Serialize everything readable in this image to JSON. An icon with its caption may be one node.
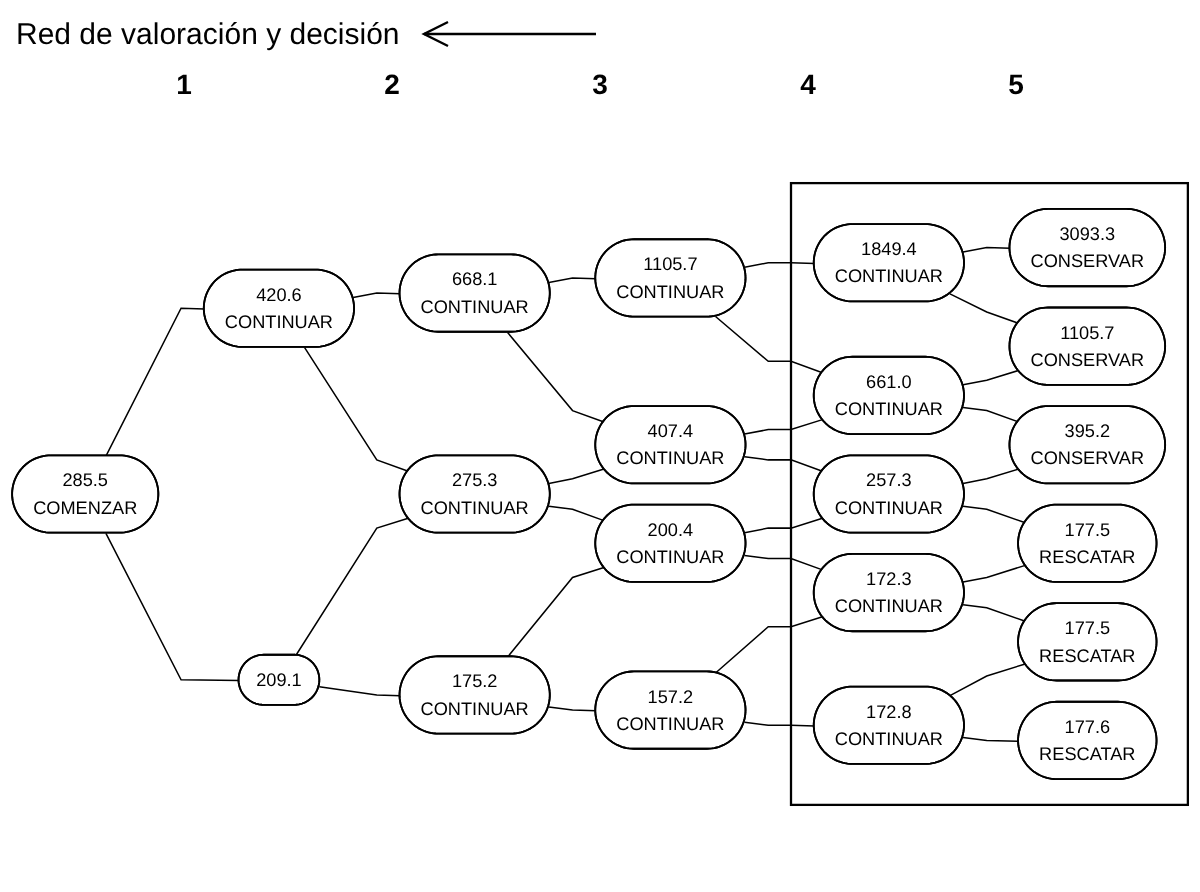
{
  "diagram": {
    "title": "Red de valoración y decisión",
    "nodes": [
      {
        "text": [],
        "shape": "box"
      },
      {
        "text": [
          "285.5",
          "COMENZAR"
        ]
      },
      {
        "text": [
          "420.6",
          "CONTINUAR"
        ]
      },
      {
        "text": [
          "209.1"
        ]
      },
      {
        "text": [
          "668.1",
          "CONTINUAR"
        ]
      },
      {
        "text": [
          "275.3",
          "CONTINUAR"
        ]
      },
      {
        "text": [
          "175.2",
          "CONTINUAR"
        ]
      },
      {
        "text": [
          "1105.7",
          "CONTINUAR"
        ]
      },
      {
        "text": [
          "407.4",
          "CONTINUAR"
        ]
      },
      {
        "text": [
          "200.4",
          "CONTINUAR"
        ]
      },
      {
        "text": [
          "157.2",
          "CONTINUAR"
        ]
      },
      {
        "text": [
          "1849.4",
          "CONTINUAR"
        ],
        "in": 0
      },
      {
        "text": [
          "661.0",
          "CONTINUAR"
        ],
        "in": 0
      },
      {
        "text": [
          "257.3",
          "CONTINUAR"
        ],
        "in": 0
      },
      {
        "text": [
          "172.3",
          "CONTINUAR"
        ],
        "in": 0
      },
      {
        "text": [
          "172.8",
          "CONTINUAR"
        ],
        "in": 0
      },
      {
        "text": [
          "3093.3",
          "CONSERVAR"
        ],
        "in": 0
      },
      {
        "text": [
          "1105.7",
          "CONSERVAR"
        ],
        "in": 0
      },
      {
        "text": [
          "395.2",
          "CONSERVAR"
        ],
        "in": 0
      },
      {
        "text": [
          "177.5",
          "RESCATAR"
        ],
        "in": 0
      },
      {
        "text": [
          "177.5",
          "RESCATAR"
        ],
        "in": 0
      },
      {
        "text": [
          "177.6",
          "RESCATAR"
        ],
        "in": 0
      }
    ],
    "edges": [
      {
        "from": 1,
        "to": 2,
        "arrow": "none"
      },
      {
        "from": 1,
        "to": 3,
        "arrow": "none"
      },
      {
        "from": 2,
        "to": 4,
        "arrow": "none"
      },
      {
        "from": 2,
        "to": 5,
        "arrow": "none"
      },
      {
        "from": 3,
        "to": 5,
        "arrow": "none"
      },
      {
        "from": 3,
        "to": 6,
        "arrow": "none"
      },
      {
        "from": 4,
        "to": 7,
        "arrow": "none"
      },
      {
        "from": 4,
        "to": 8,
        "arrow": "none"
      },
      {
        "from": 5,
        "to": 8,
        "arrow": "none"
      },
      {
        "from": 5,
        "to": 9,
        "arrow": "none"
      },
      {
        "from": 6,
        "to": 9,
        "arrow": "none"
      },
      {
        "from": 6,
        "to": 10,
        "arrow": "none"
      },
      {
        "from": 7,
        "to": 11,
        "arrow": "none"
      },
      {
        "from": 7,
        "to": 12,
        "arrow": "none"
      },
      {
        "from": 8,
        "to": 12,
        "arrow": "none"
      },
      {
        "from": 8,
        "to": 13,
        "arrow": "none"
      },
      {
        "from": 9,
        "to": 13,
        "arrow": "none"
      },
      {
        "from": 9,
        "to": 14,
        "arrow": "none"
      },
      {
        "from": 10,
        "to": 14,
        "arrow": "none"
      },
      {
        "from": 10,
        "to": 15,
        "arrow": "none"
      },
      {
        "from": 11,
        "to": 16,
        "arrow": "none"
      },
      {
        "from": 11,
        "to": 17,
        "arrow": "none"
      },
      {
        "from": 12,
        "to": 17,
        "arrow": "none"
      },
      {
        "from": 12,
        "to": 18,
        "arrow": "none"
      },
      {
        "from": 13,
        "to": 18,
        "arrow": "none"
      },
      {
        "from": 13,
        "to": 19,
        "arrow": "none"
      },
      {
        "from": 14,
        "to": 19,
        "arrow": "none"
      },
      {
        "from": 14,
        "to": 20,
        "arrow": "none"
      },
      {
        "from": 15,
        "to": 20,
        "arrow": "none"
      },
      {
        "from": 15,
        "to": 21,
        "arrow": "none"
      }
    ],
    "labels": [
      "1",
      "2",
      "3",
      "4",
      "5"
    ]
  }
}
